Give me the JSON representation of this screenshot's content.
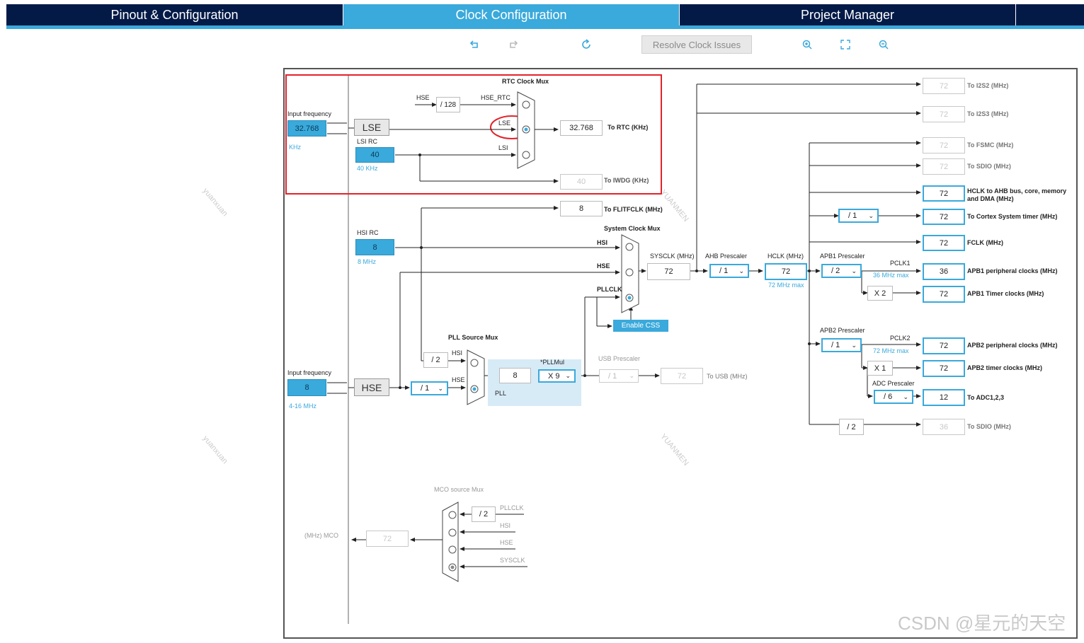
{
  "tabs": [
    {
      "label": "Pinout & Configuration",
      "active": false
    },
    {
      "label": "Clock Configuration",
      "active": true
    },
    {
      "label": "Project Manager",
      "active": false
    }
  ],
  "colors": {
    "nav_bg": "#031a47",
    "accent": "#3aa9db",
    "alert": "#e2232a"
  },
  "toolbar": {
    "undo_icon": "undo-icon",
    "redo_icon": "redo-icon",
    "refresh_icon": "refresh-icon",
    "resolve_label": "Resolve Clock Issues",
    "zoom_in_icon": "zoom-in-icon",
    "fit_icon": "fit-screen-icon",
    "zoom_out_icon": "zoom-out-icon"
  },
  "rtc": {
    "title": "RTC Clock Mux",
    "hse_label": "HSE",
    "div128": "/ 128",
    "hse_rtc": "HSE_RTC",
    "lse_label": "LSE",
    "lsi_label": "LSI",
    "rtc_value": "32.768",
    "rtc_dest": "To RTC (KHz)",
    "iwdg_value": "40",
    "iwdg_dest": "To IWDG (KHz)"
  },
  "lse": {
    "input_label": "Input frequency",
    "value": "32.768",
    "unit": "KHz",
    "name": "LSE"
  },
  "lsi": {
    "title": "LSI RC",
    "value": "40",
    "unit": "40 KHz"
  },
  "flit": {
    "value": "8",
    "dest": "To FLITFCLK (MHz)"
  },
  "hsi": {
    "title": "HSI RC",
    "value": "8",
    "unit": "8 MHz"
  },
  "sysmux": {
    "title": "System Clock Mux",
    "hsi": "HSI",
    "hse": "HSE",
    "pllclk": "PLLCLK",
    "css": "Enable CSS"
  },
  "sysclk": {
    "label": "SYSCLK (MHz)",
    "value": "72"
  },
  "ahb": {
    "label": "AHB Prescaler",
    "value": "/ 1"
  },
  "hclk": {
    "label": "HCLK (MHz)",
    "value": "72",
    "max": "72 MHz max"
  },
  "apb1": {
    "label": "APB1 Prescaler",
    "value": "/ 2",
    "pclk": "PCLK1",
    "max": "36 MHz max",
    "timer_mult": "X 2"
  },
  "apb2": {
    "label": "APB2 Prescaler",
    "value": "/ 1",
    "pclk": "PCLK2",
    "max": "72 MHz max",
    "timer_mult": "X 1"
  },
  "adc": {
    "label": "ADC Prescaler",
    "value": "/ 6"
  },
  "cortex_div": "/ 1",
  "sdio_div": "/ 2",
  "outputs": [
    {
      "value": "72",
      "label": "To I2S2 (MHz)",
      "enabled": false
    },
    {
      "value": "72",
      "label": "To I2S3 (MHz)",
      "enabled": false
    },
    {
      "value": "72",
      "label": "To FSMC (MHz)",
      "enabled": false
    },
    {
      "value": "72",
      "label": "To SDIO (MHz)",
      "enabled": false
    },
    {
      "value": "72",
      "label": "HCLK to AHB bus, core, memory and DMA (MHz)",
      "enabled": true
    },
    {
      "value": "72",
      "label": "To Cortex System timer (MHz)",
      "enabled": true
    },
    {
      "value": "72",
      "label": "FCLK (MHz)",
      "enabled": true
    },
    {
      "value": "36",
      "label": "APB1 peripheral clocks (MHz)",
      "enabled": true
    },
    {
      "value": "72",
      "label": "APB1 Timer clocks (MHz)",
      "enabled": true
    },
    {
      "value": "72",
      "label": "APB2 peripheral clocks (MHz)",
      "enabled": true
    },
    {
      "value": "72",
      "label": "APB2 timer clocks (MHz)",
      "enabled": true
    },
    {
      "value": "12",
      "label": "To ADC1,2,3",
      "enabled": true
    },
    {
      "value": "36",
      "label": "To SDIO (MHz)",
      "enabled": false
    }
  ],
  "pll": {
    "src_title": "PLL Source Mux",
    "div2": "/ 2",
    "hsi": "HSI",
    "hse": "HSE",
    "input": "8",
    "mul_label": "*PLLMul",
    "mul": "X 9",
    "name": "PLL"
  },
  "hse": {
    "input_label": "Input frequency",
    "value": "8",
    "range": "4-16 MHz",
    "name": "HSE",
    "prediv": "/ 1"
  },
  "usb": {
    "label": "USB Prescaler",
    "value": "/ 1",
    "out": "72",
    "dest": "To USB (MHz)"
  },
  "mco": {
    "title": "MCO source Mux",
    "label": "(MHz) MCO",
    "value": "72",
    "div2": "/ 2",
    "pllclk": "PLLCLK",
    "hsi": "HSI",
    "hse": "HSE",
    "sysclk": "SYSCLK"
  },
  "watermark": "CSDN @星元的天空",
  "faint_marks": [
    "yuanxuan",
    "YUANMEN"
  ]
}
